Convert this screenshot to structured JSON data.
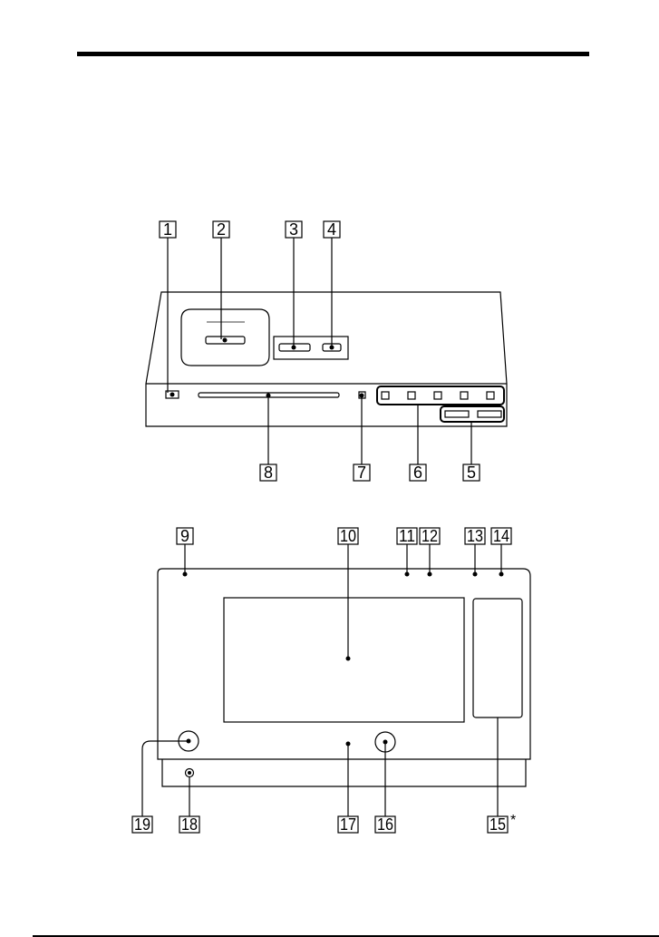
{
  "labels": {
    "l1": "1",
    "l2": "2",
    "l3": "3",
    "l4": "4",
    "l5": "5",
    "l6": "6",
    "l7": "7",
    "l8": "8",
    "l9": "9",
    "l10": "10",
    "l11": "11",
    "l12": "12",
    "l13": "13",
    "l14": "14",
    "l15": "15",
    "l16": "16",
    "l17": "17",
    "l18": "18",
    "l19": "19"
  },
  "footnote_marker": "*"
}
